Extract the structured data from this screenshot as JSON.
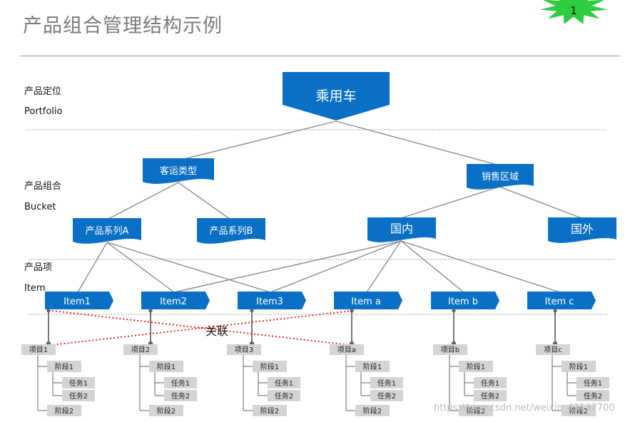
{
  "title": "产品组合管理结构示例",
  "badge": {
    "number": "1",
    "color": "#2ecc40"
  },
  "levels": {
    "portfolio": {
      "cn": "产品定位",
      "en": "Portfolio"
    },
    "bucket": {
      "cn": "产品组合",
      "en": "Bucket"
    },
    "item": {
      "cn": "产品项",
      "en": "Item"
    }
  },
  "root": "乘用车",
  "categories": [
    "客运类型",
    "销售区域"
  ],
  "buckets": [
    "产品系列A",
    "产品系列B",
    "国内",
    "国外"
  ],
  "items": [
    "Item1",
    "Item2",
    "Item3",
    "Item a",
    "Item b",
    "Item c"
  ],
  "item_edges": [
    [
      0,
      0
    ],
    [
      0,
      1
    ],
    [
      0,
      2
    ],
    [
      2,
      1
    ],
    [
      2,
      2
    ],
    [
      2,
      3
    ],
    [
      2,
      4
    ],
    [
      2,
      5
    ]
  ],
  "projects": [
    "项目1",
    "项目2",
    "项目3",
    "项目a",
    "项目b",
    "项目c"
  ],
  "stage_labels": [
    "阶段1",
    "阶段2"
  ],
  "task_labels": [
    "任务1",
    "任务2"
  ],
  "relation_label": "关联",
  "watermark": "https://blog.csdn.net/weixin_43137700",
  "colors": {
    "accent": "#0a70c5",
    "node_text": "#ffffff",
    "line": "#8c8c8c",
    "relation": "#e8262d",
    "box": "#d4d4d4"
  }
}
